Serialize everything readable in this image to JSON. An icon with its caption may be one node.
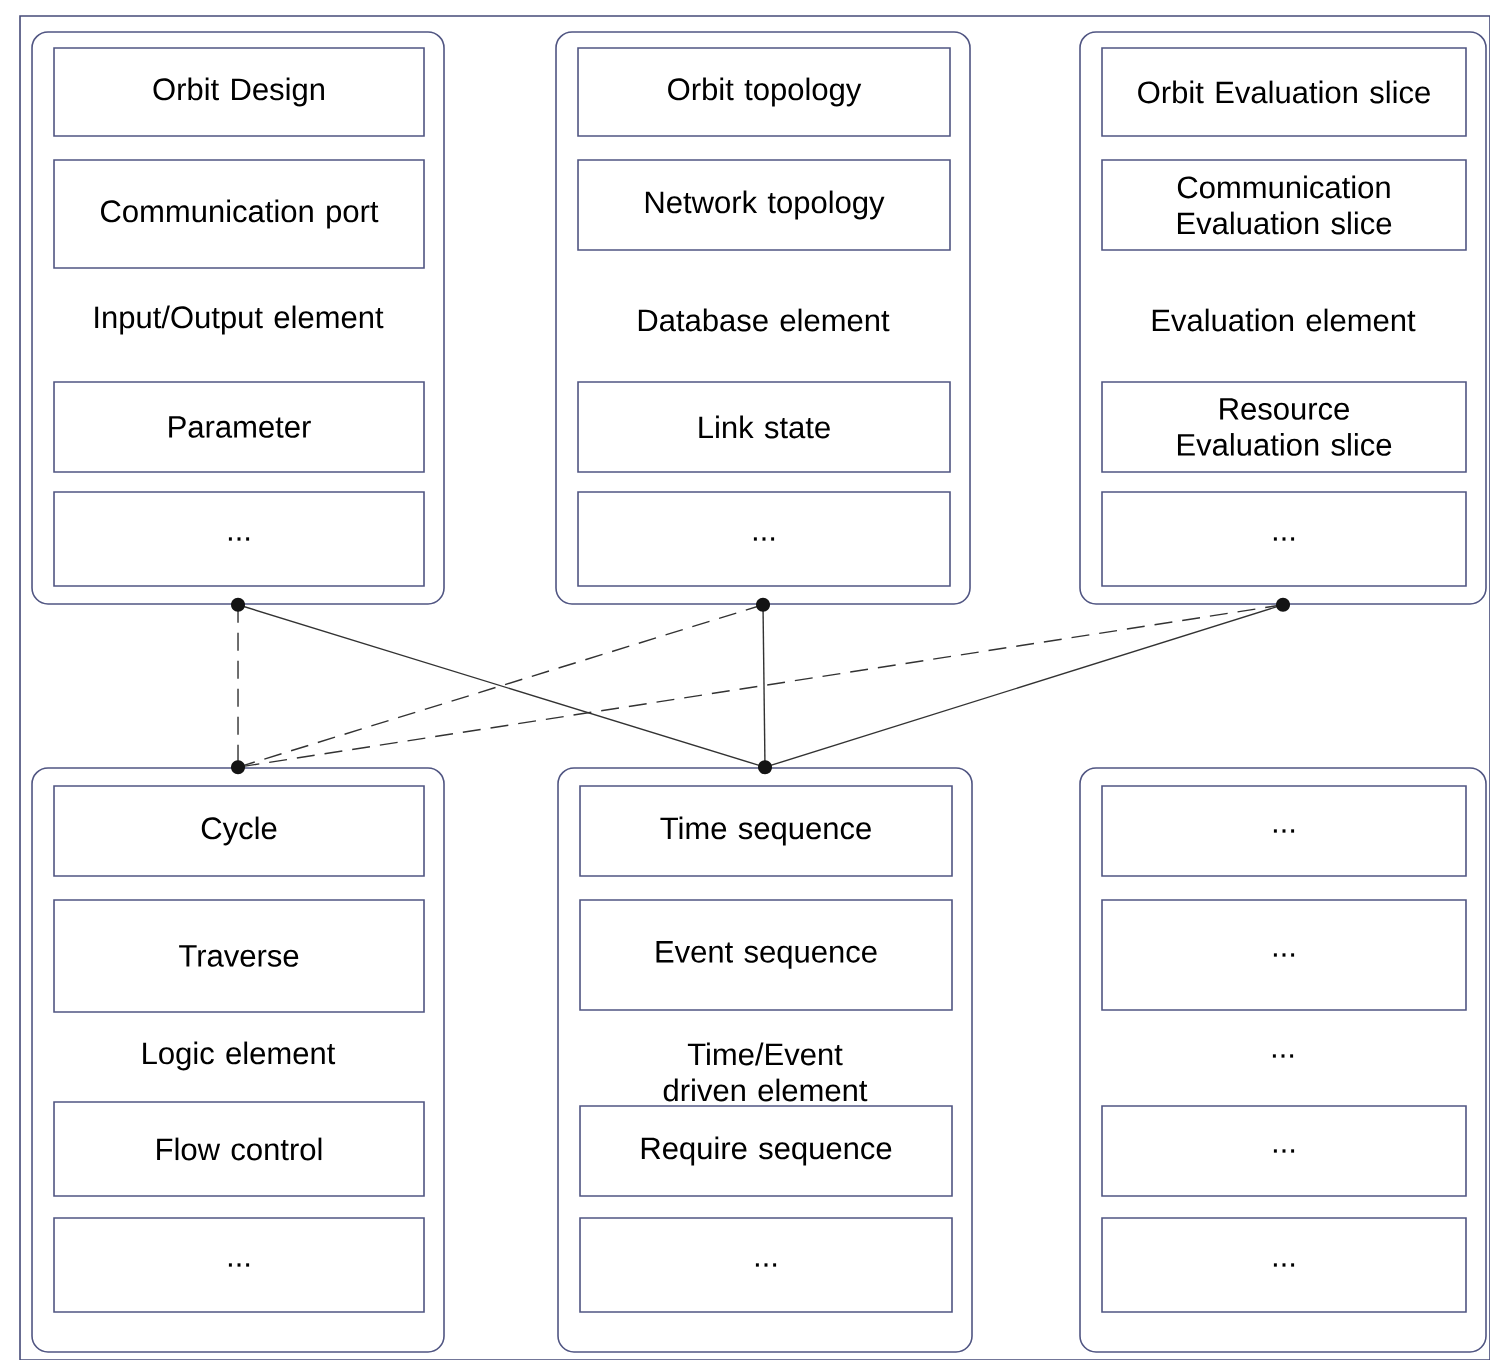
{
  "diagram": {
    "nodes": [
      {
        "text": [
          "Input/Output element"
        ]
      },
      {
        "text": [
          "Orbit Design"
        ],
        "in": 0
      },
      {
        "text": [
          "Communication port"
        ],
        "in": 0
      },
      {
        "text": [
          "Parameter"
        ],
        "in": 0
      },
      {
        "text": [
          "..."
        ],
        "in": 0
      },
      {
        "text": [
          "Database element"
        ]
      },
      {
        "text": [
          "Orbit topology"
        ],
        "in": 5
      },
      {
        "text": [
          "Network topology"
        ],
        "in": 5
      },
      {
        "text": [
          "Link state"
        ],
        "in": 5
      },
      {
        "text": [
          "..."
        ],
        "in": 5
      },
      {
        "text": [
          "Evaluation element"
        ]
      },
      {
        "text": [
          "Orbit Evaluation slice"
        ],
        "in": 10
      },
      {
        "text": [
          "Communication Evaluation slice"
        ],
        "in": 10
      },
      {
        "text": [
          "Resource Evaluation slice"
        ],
        "in": 10
      },
      {
        "text": [
          "..."
        ],
        "in": 10
      },
      {
        "text": [
          "Logic element"
        ]
      },
      {
        "text": [
          "Cycle"
        ],
        "in": 15
      },
      {
        "text": [
          "Traverse"
        ],
        "in": 15
      },
      {
        "text": [
          "Flow control"
        ],
        "in": 15
      },
      {
        "text": [
          "..."
        ],
        "in": 15
      },
      {
        "text": [
          "Time/Event driven element"
        ]
      },
      {
        "text": [
          "Time sequence"
        ],
        "in": 20
      },
      {
        "text": [
          "Event sequence"
        ],
        "in": 20
      },
      {
        "text": [
          "Require sequence"
        ],
        "in": 20
      },
      {
        "text": [
          "..."
        ],
        "in": 20
      },
      {
        "text": [
          "..."
        ]
      },
      {
        "text": [
          "..."
        ],
        "in": 25
      },
      {
        "text": [
          "..."
        ],
        "in": 25
      },
      {
        "text": [
          "..."
        ],
        "in": 25
      },
      {
        "text": [
          "..."
        ],
        "in": 25
      }
    ],
    "edges": [
      {
        "from": 0,
        "to": 15,
        "arrow": "none",
        "style": "dashed"
      },
      {
        "from": 5,
        "to": 15,
        "arrow": "none",
        "style": "dashed"
      },
      {
        "from": 10,
        "to": 15,
        "arrow": "none",
        "style": "dashed"
      },
      {
        "from": 0,
        "to": 20,
        "arrow": "none"
      },
      {
        "from": 5,
        "to": 20,
        "arrow": "none"
      },
      {
        "from": 10,
        "to": 20,
        "arrow": "none"
      }
    ]
  }
}
